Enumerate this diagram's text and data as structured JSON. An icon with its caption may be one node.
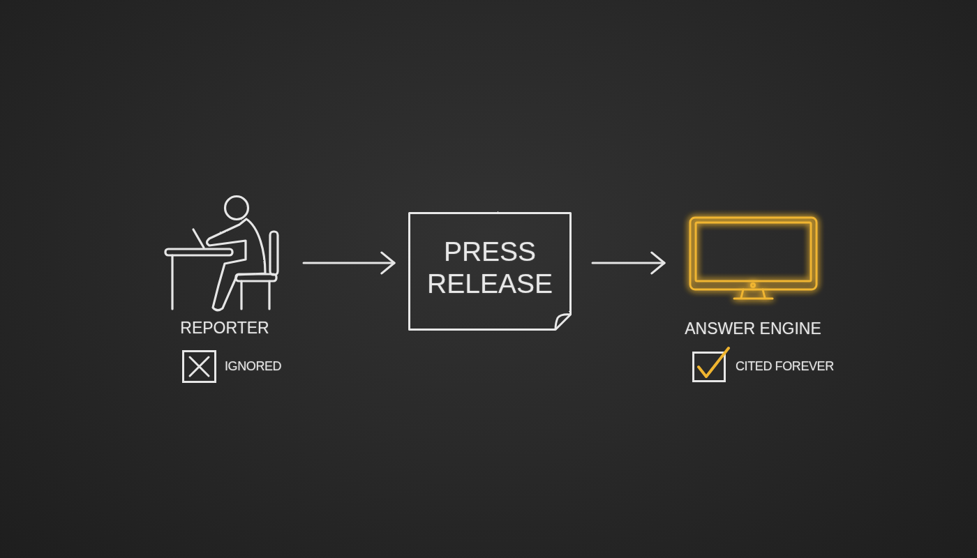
{
  "diagram": {
    "nodes": [
      {
        "text": [
          "REPORTER",
          "IGNORED"
        ]
      },
      {
        "text": [
          "PRESS RELEASE"
        ]
      },
      {
        "text": [
          "ANSWER ENGINE",
          "CITED FOREVER"
        ]
      }
    ],
    "edges": [
      {
        "from": 0,
        "to": 1,
        "arrow": "to"
      },
      {
        "from": 1,
        "to": 2,
        "arrow": "to"
      }
    ]
  }
}
